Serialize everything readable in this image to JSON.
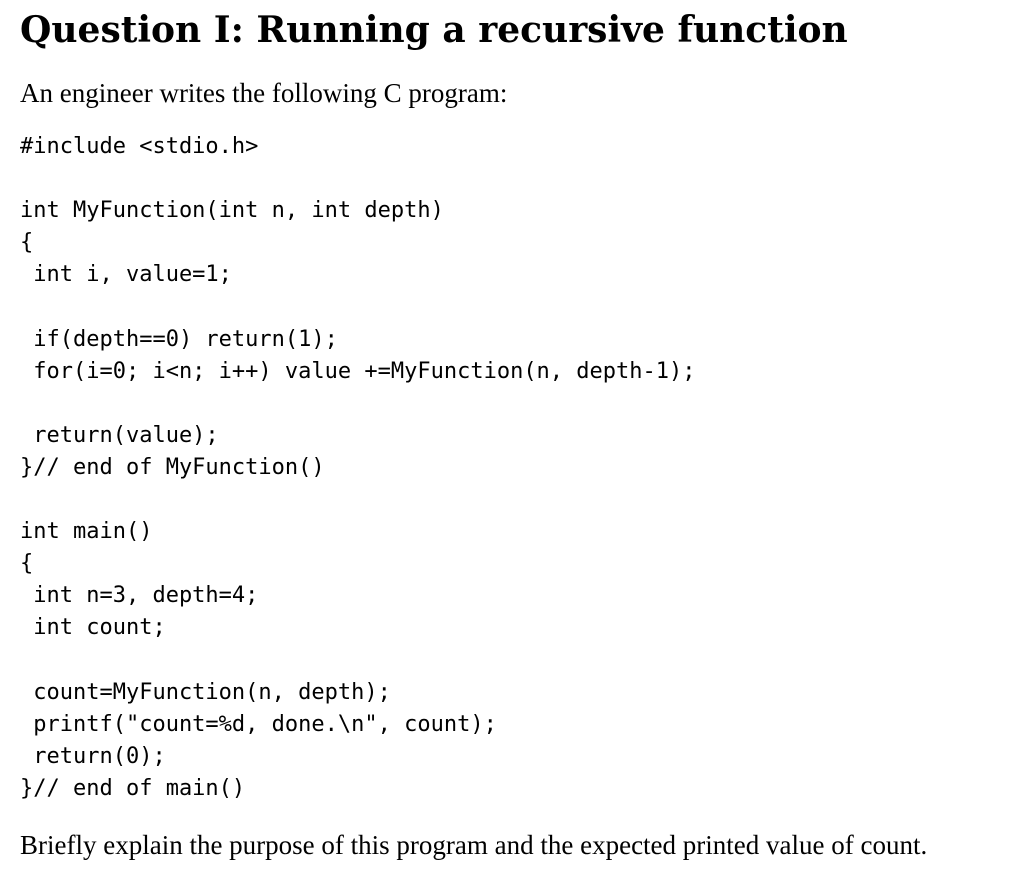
{
  "document": {
    "title": "Question I: Running a recursive function",
    "intro": "An engineer writes the following C program:",
    "code_lines": [
      "#include <stdio.h>",
      "",
      "int MyFunction(int n, int depth)",
      "{",
      " int i, value=1;",
      "",
      " if(depth==0) return(1);",
      " for(i=0; i<n; i++) value +=MyFunction(n, depth-1);",
      "",
      " return(value);",
      "}// end of MyFunction()",
      "",
      "int main()",
      "{",
      " int n=3, depth=4;",
      " int count;",
      "",
      " count=MyFunction(n, depth);",
      " printf(\"count=%d, done.\\n\", count);",
      " return(0);",
      "}// end of main()"
    ],
    "question": "Briefly explain the purpose of this program and the expected printed value of count."
  }
}
